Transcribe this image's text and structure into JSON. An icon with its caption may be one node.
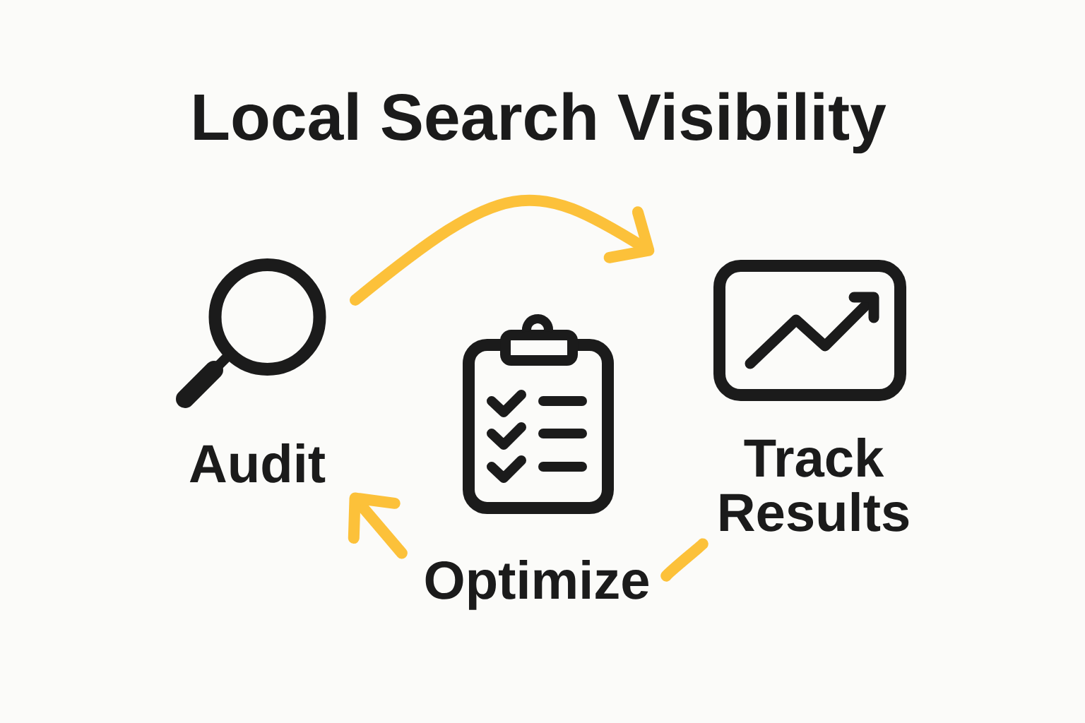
{
  "diagram": {
    "title": "Local Search Visibility",
    "nodes": [
      {
        "text": [
          "Audit"
        ]
      },
      {
        "text": [
          "Optimize"
        ]
      },
      {
        "text": [
          "Track Results"
        ]
      }
    ],
    "edges": [
      {
        "from": 0,
        "to": 2,
        "arrow": "to"
      },
      {
        "from": 2,
        "to": 1,
        "arrow": "none"
      },
      {
        "from": 1,
        "to": 0,
        "arrow": "to"
      }
    ]
  }
}
